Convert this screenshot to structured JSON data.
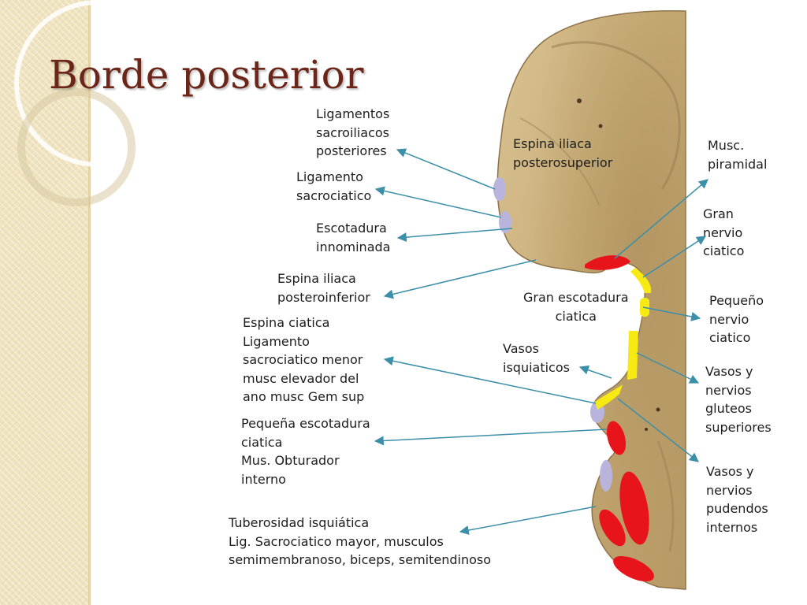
{
  "title": "Borde posterior",
  "colors": {
    "title": "#6b2519",
    "arrow": "#3c8fa8",
    "muscle": "#e8141c",
    "nerve": "#f7ea13",
    "ligament": "#b8b4dc",
    "bone": "#c8ad7a"
  },
  "labels": {
    "lig_sacroiliacos": "Ligamentos\nsacroiliacos\nposteriores",
    "lig_sacrociatico": "Ligamento\nsacrociatico",
    "esc_innominada": "Escotadura\ninnominada",
    "espina_posteroinferior": "Espina iliaca\nposteroinferior",
    "espina_ciatica": "Espina ciatica\nLigamento\nsacrociatico menor\nmusc elevador del\nano musc Gem sup",
    "peq_escotadura": "Pequeña escotadura\nciatica\nMus. Obturador\ninterno",
    "tuberosidad": "Tuberosidad isquiática\nLig. Sacrociatico mayor, musculos\nsemimembranoso, biceps, semitendinoso",
    "espina_posterosuperior": "Espina iliaca\nposterosuperior",
    "gran_escotadura": "Gran escotadura\nciatica",
    "vasos_isquiaticos": "Vasos\nisquiaticos",
    "musc_piramidal": "Musc.\npiramidal",
    "gran_nervio": "Gran\nnervio\nciatico",
    "peq_nervio": "Pequeño\nnervio\nciatico",
    "vasos_gluteos": "Vasos y\nnervios\ngluteos\nsuperiores",
    "vasos_pudendos": "Vasos y\nnervios\npudendos\ninternos"
  }
}
